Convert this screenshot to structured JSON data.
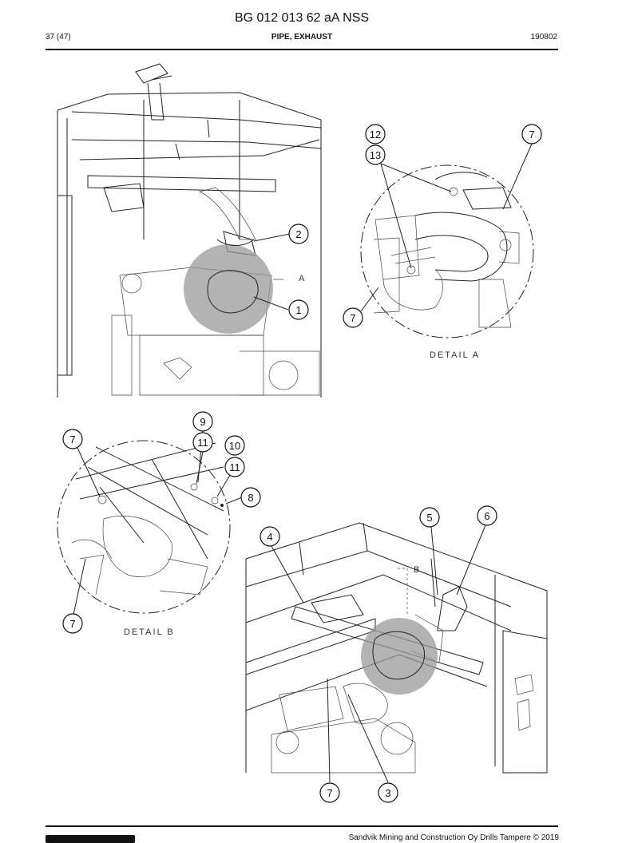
{
  "header": {
    "doc_title": "BG 012 013 62 aA NSS",
    "page": "37 (47)",
    "section": "PIPE, EXHAUST",
    "date": "190802"
  },
  "callouts": {
    "overview": [
      "2",
      "1"
    ],
    "detail_a": [
      "12",
      "13",
      "7",
      "7"
    ],
    "detail_b": [
      "7",
      "9",
      "11",
      "10",
      "11",
      "8",
      "7"
    ],
    "main_b": [
      "4",
      "5",
      "6",
      "7",
      "3"
    ]
  },
  "view_labels": {
    "a_marker": "A",
    "b_marker": "B",
    "detail_a": "DETAIL A",
    "detail_b": "DETAIL B"
  },
  "footer": {
    "copyright": "Sandvik Mining and Construction Oy Drills Tampere © 2019"
  }
}
